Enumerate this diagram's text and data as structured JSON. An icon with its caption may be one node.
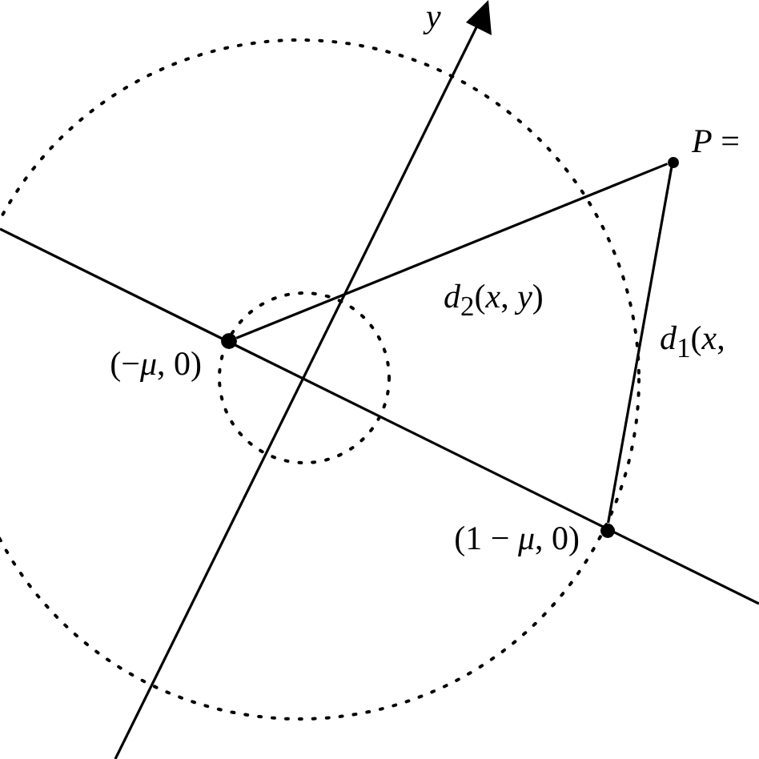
{
  "diagram": {
    "nodes": [
      {
        "text": [],
        "shape": "circle",
        "beside": [
          "*P* ="
        ]
      },
      {
        "text": [],
        "shape": "circle",
        "beside": [
          "(−*μ*, 0)"
        ]
      },
      {
        "text": [],
        "shape": "circle",
        "beside": [
          "(1 − *μ*, 0)"
        ]
      }
    ],
    "edges": [
      {
        "from": 0,
        "to": 1,
        "arrow": "none",
        "label": "*d*$_{2}$(*x*, *y*)"
      },
      {
        "from": 0,
        "to": 2,
        "arrow": "none",
        "label": "*d*$_{1}$(*x*,"
      }
    ],
    "labels": [
      "*y*"
    ]
  }
}
